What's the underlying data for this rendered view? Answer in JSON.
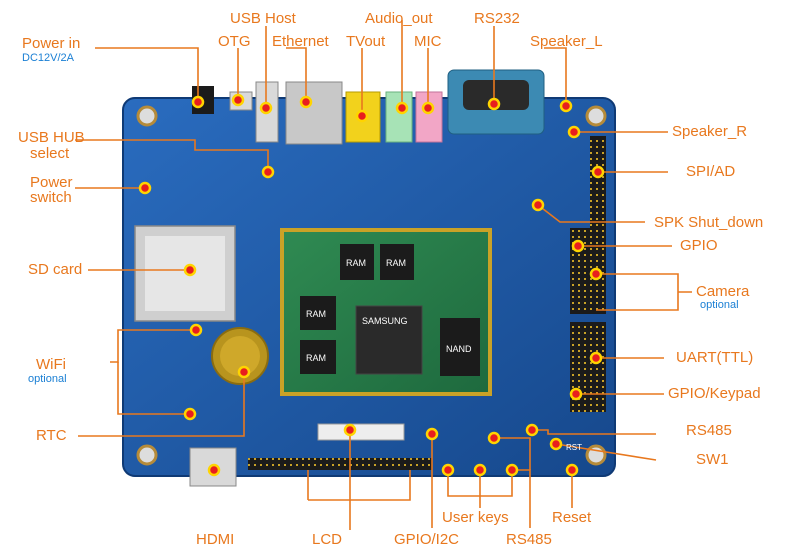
{
  "labels": {
    "power_in": "Power in",
    "power_in_spec": "DC12V/2A",
    "otg": "OTG",
    "usb_host": "USB Host",
    "ethernet": "Ethernet",
    "audio_out": "Audio_out",
    "tvout": "TVout",
    "mic": "MIC",
    "rs232": "RS232",
    "speaker_l": "Speaker_L",
    "speaker_r": "Speaker_R",
    "usb_hub_select_1": "USB HUB",
    "usb_hub_select_2": "select",
    "power_switch_1": "Power",
    "power_switch_2": "switch",
    "spi_ad": "SPI/AD",
    "spk_shut_down": "SPK Shut_down",
    "gpio": "GPIO",
    "sd_card": "SD card",
    "camera": "Camera",
    "camera_note": "optional",
    "wifi": "WiFi",
    "wifi_note": "optional",
    "uart_ttl": "UART(TTL)",
    "gpio_keypad": "GPIO/Keypad",
    "rtc": "RTC",
    "rs485_right": "RS485",
    "sw1": "SW1",
    "hdmi": "HDMI",
    "lcd": "LCD",
    "gpio_i2c": "GPIO/I2C",
    "user_keys": "User keys",
    "rs485_bottom": "RS485",
    "reset": "Reset"
  },
  "chips": {
    "ram": "RAM",
    "samsung": "SAMSUNG",
    "nand": "NAND",
    "rst": "RST"
  },
  "colors": {
    "label": "#e8781e",
    "note": "#1a7fd4",
    "board": "#1f5aa6",
    "callout_line": "#e8781e",
    "marker_fill": "#e81e1e",
    "marker_ring": "#ffd400"
  }
}
